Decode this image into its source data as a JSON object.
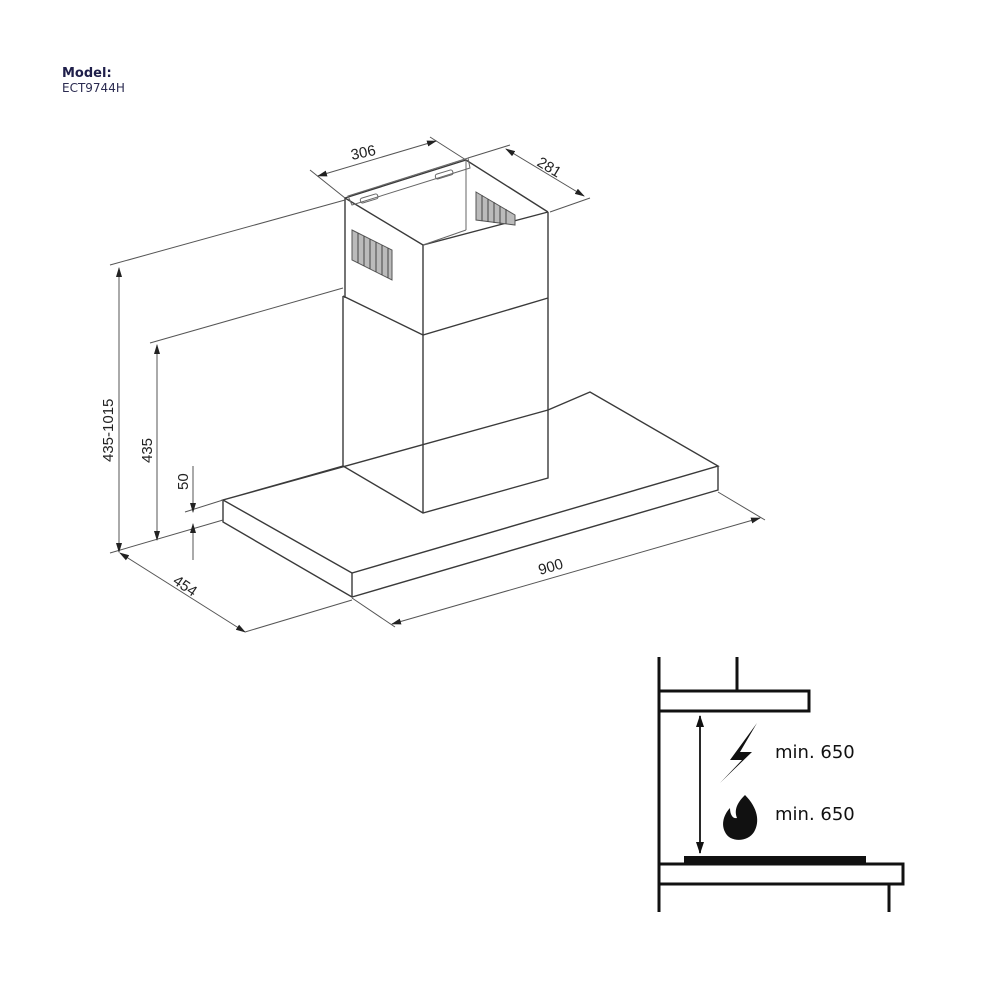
{
  "model": {
    "label": "Model:",
    "value": "ECT9744H"
  },
  "dimensions": {
    "chimney_width": "306",
    "chimney_depth": "281",
    "total_height": "435-1015",
    "chimney_height": "435",
    "canopy_thickness": "50",
    "canopy_depth": "454",
    "canopy_width": "900"
  },
  "installation": {
    "electric_clearance": "min. 650",
    "gas_clearance": "min. 650",
    "icons": [
      "lightning-icon",
      "flame-icon"
    ]
  }
}
